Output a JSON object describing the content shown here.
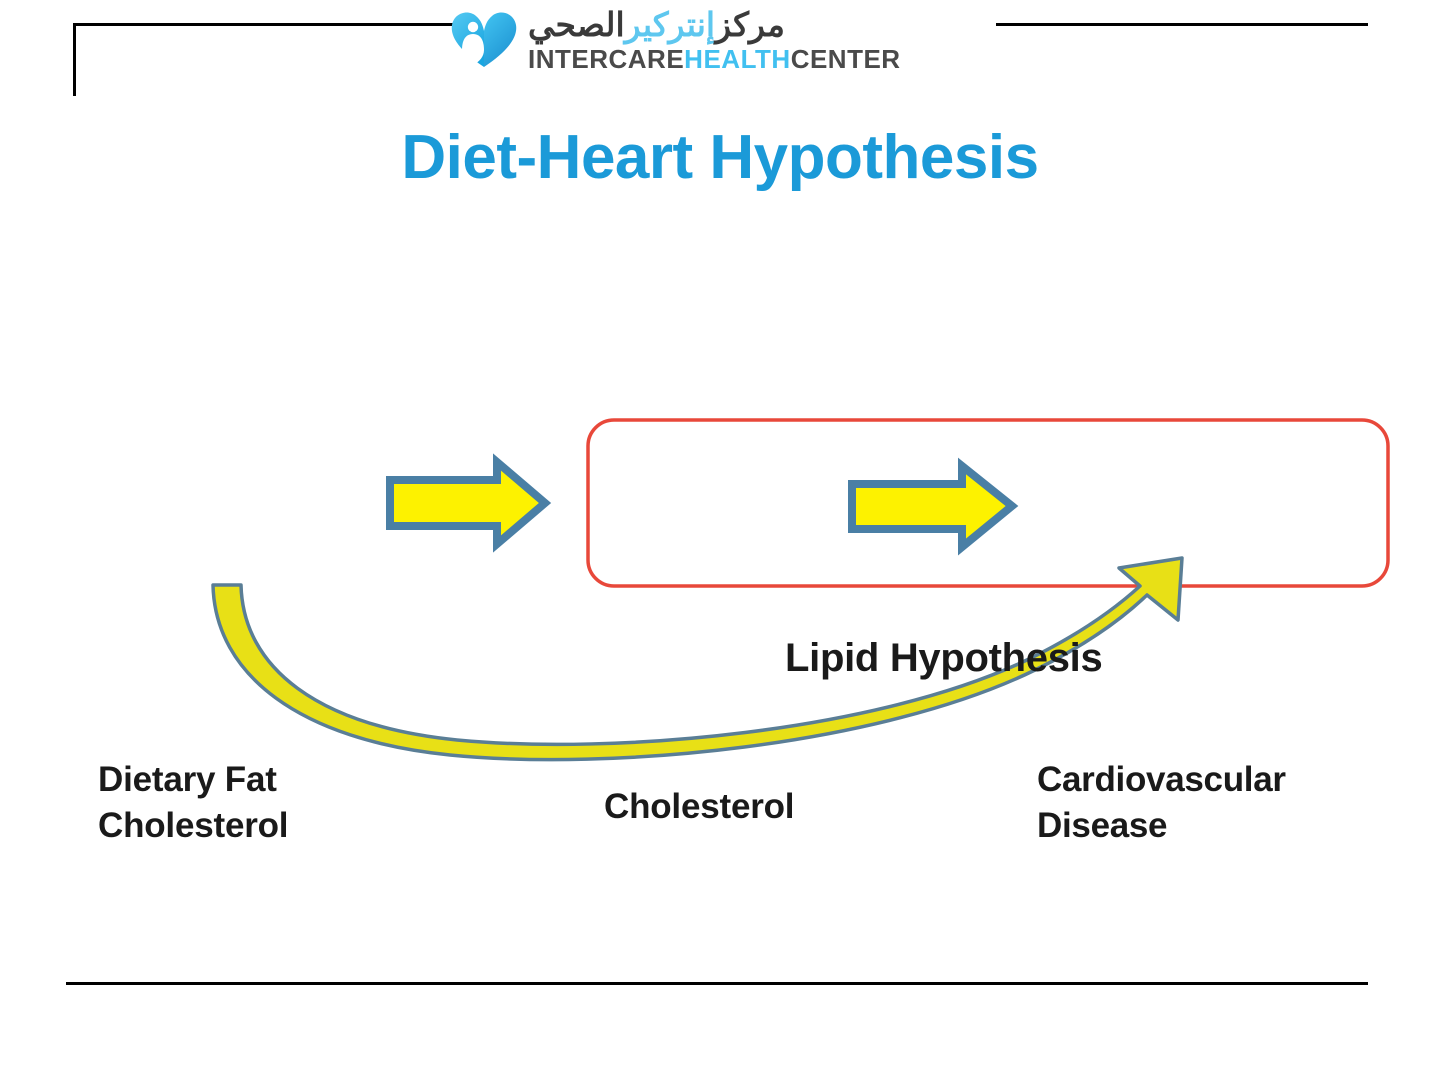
{
  "slide": {
    "title": "Diet-Heart Hypothesis",
    "title_color": "#1b9ad8"
  },
  "logo": {
    "arabic_prefix": "مركز ",
    "arabic_brand": "إنتركير",
    "arabic_suffix": " الصحي",
    "english_prefix": "INTERCARE",
    "english_brand": "HEALTH",
    "english_suffix": "CENTER",
    "mark_name": "heart-person-logo",
    "brand_color": "#41c0f0",
    "text_color": "#4a4a4a"
  },
  "diagram": {
    "caption": "Lipid Hypothesis",
    "node_dietary_line1": "Dietary Fat",
    "node_dietary_line2": "Cholesterol",
    "node_cholesterol": "Cholesterol",
    "node_cvd_line1": "Cardiovascular",
    "node_cvd_line2": "Disease",
    "box_border_color": "#e8483a",
    "arrow_fill_color": "#fdf200",
    "arrow_border_color": "#4a7fa5",
    "curved_arrow_fill": "#e8e016",
    "curved_arrow_border": "#4a7fa5"
  }
}
